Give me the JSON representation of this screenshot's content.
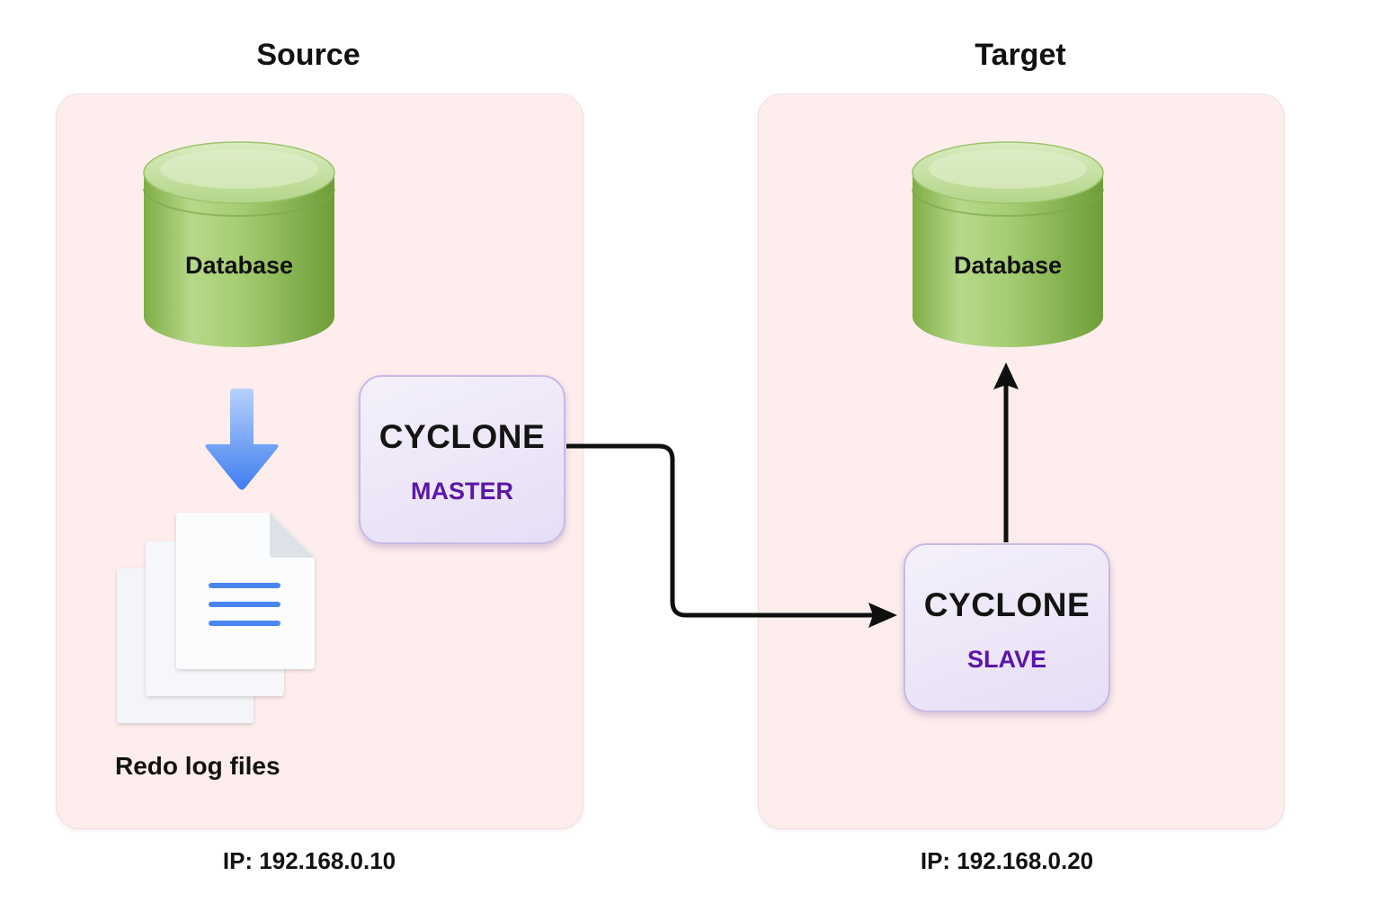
{
  "source": {
    "title": "Source",
    "database_label": "Database",
    "redo_label": "Redo log files",
    "cyclone": {
      "title": "CYCLONE",
      "role": "MASTER"
    },
    "ip": "IP: 192.168.0.10"
  },
  "target": {
    "title": "Target",
    "database_label": "Database",
    "cyclone": {
      "title": "CYCLONE",
      "role": "SLAVE"
    },
    "ip": "IP: 192.168.0.20"
  },
  "colors": {
    "role_text": "#5a16a8",
    "database_green": "#8dbb52",
    "panel_bg": "#fdeded",
    "arrow_blue": "#4a86f0"
  },
  "icons": [
    "database-icon",
    "down-arrow-icon",
    "documents-icon"
  ]
}
